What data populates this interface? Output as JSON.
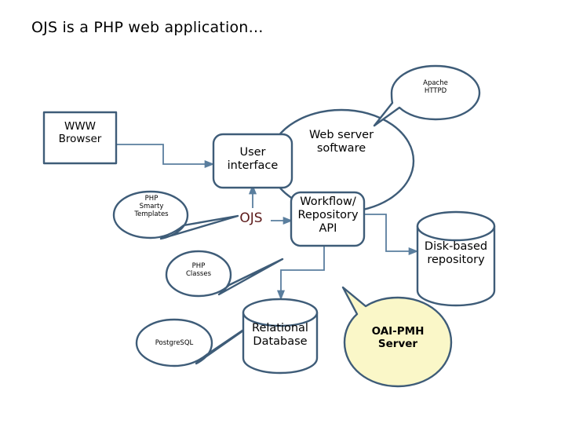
{
  "slide": {
    "title": "OJS is a PHP web application…",
    "background_color": "#FFFFFF",
    "stroke_color": "#3E5C78",
    "ojs_text_color": "#5C1A1A",
    "highlight_fill": "#FAF7C8"
  },
  "nodes": {
    "www_browser": {
      "label_line1": "WWW",
      "label_line2": "Browser",
      "shape": "rectangle"
    },
    "apache_httpd": {
      "label_line1": "Apache",
      "label_line2": "HTTPD",
      "shape": "callout-oval"
    },
    "user_interface": {
      "label_line1": "User",
      "label_line2": "interface",
      "shape": "rounded-rectangle"
    },
    "web_server_software": {
      "label_line1": "Web server",
      "label_line2": "software",
      "shape": "ellipse"
    },
    "php_smarty_templates": {
      "label_line1": "PHP",
      "label_line2": "Smarty",
      "label_line3": "Templates",
      "shape": "callout-oval"
    },
    "ojs": {
      "label": "OJS",
      "shape": "text"
    },
    "workflow_repository_api": {
      "label_line1": "Workflow/",
      "label_line2": "Repository",
      "label_line3": "API",
      "shape": "rounded-rectangle"
    },
    "disk_based_repository": {
      "label_line1": "Disk-based",
      "label_line2": "repository",
      "shape": "cylinder"
    },
    "php_classes": {
      "label_line1": "PHP",
      "label_line2": "Classes",
      "shape": "callout-oval"
    },
    "postgresql": {
      "label": "PostgreSQL",
      "shape": "callout-oval"
    },
    "relational_database": {
      "label_line1": "Relational",
      "label_line2": "Database",
      "shape": "cylinder"
    },
    "oai_pmh_server": {
      "label_line1": "OAI-PMH",
      "label_line2": "Server",
      "shape": "callout-oval",
      "fill": "#FAF7C8"
    }
  },
  "connectors": {
    "browser_to_ui": {
      "from": "www_browser",
      "to": "user_interface",
      "arrow": "both"
    },
    "ui_to_ojs": {
      "from": "ojs",
      "to": "user_interface",
      "arrow": "single"
    },
    "ojs_to_api": {
      "from": "ojs",
      "to": "workflow_repository_api",
      "arrow": "single"
    },
    "api_to_disk": {
      "from": "workflow_repository_api",
      "to": "disk_based_repository",
      "arrow": "both"
    },
    "api_to_db": {
      "from": "workflow_repository_api",
      "to": "relational_database",
      "arrow": "both"
    }
  }
}
